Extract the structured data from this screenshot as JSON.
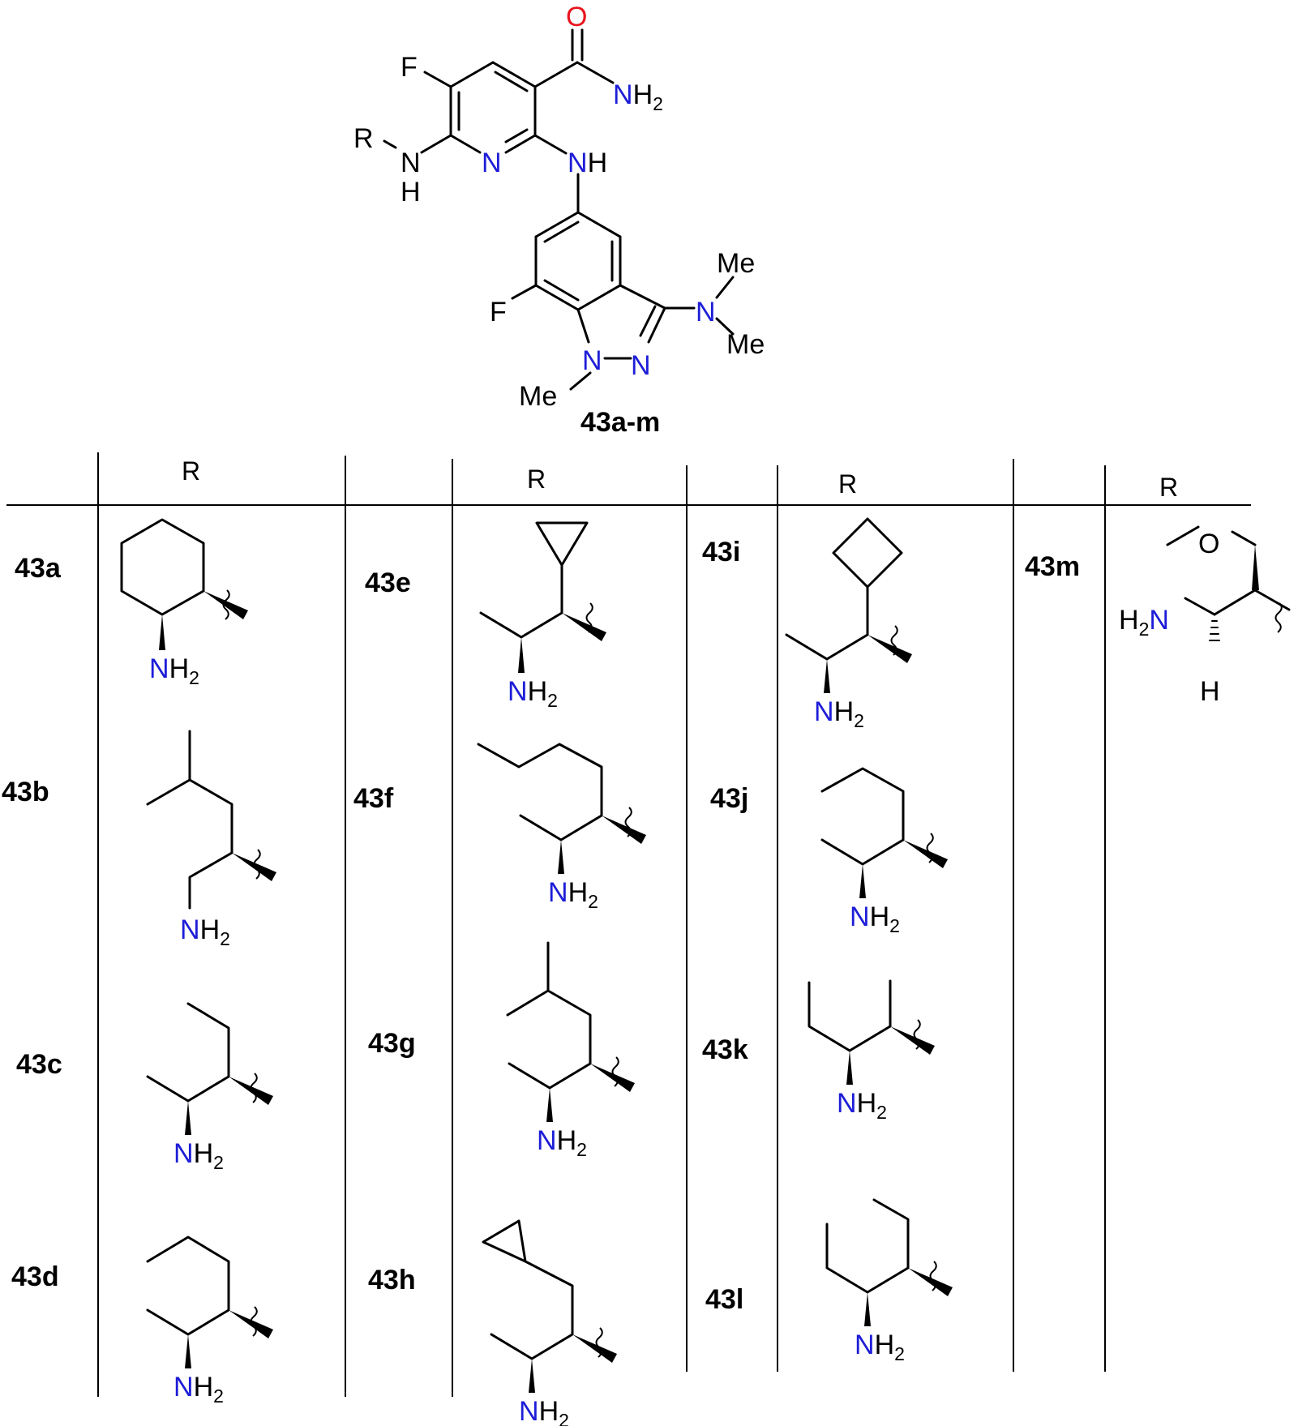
{
  "core": {
    "label": "43a-m",
    "substituent": "R",
    "atoms": {
      "F": "F",
      "O": "O",
      "N": "N",
      "H": "H",
      "H2": "2",
      "Me": "Me"
    }
  },
  "table": {
    "column_header": "R",
    "compounds": [
      {
        "id": "43a",
        "label": "43a"
      },
      {
        "id": "43b",
        "label": "43b"
      },
      {
        "id": "43c",
        "label": "43c"
      },
      {
        "id": "43d",
        "label": "43d"
      },
      {
        "id": "43e",
        "label": "43e"
      },
      {
        "id": "43f",
        "label": "43f"
      },
      {
        "id": "43g",
        "label": "43g"
      },
      {
        "id": "43h",
        "label": "43h"
      },
      {
        "id": "43i",
        "label": "43i"
      },
      {
        "id": "43j",
        "label": "43j"
      },
      {
        "id": "43k",
        "label": "43k"
      },
      {
        "id": "43l",
        "label": "43l"
      },
      {
        "id": "43m",
        "label": "43m"
      }
    ]
  },
  "colors": {
    "nitrogen": "#1d1dd8",
    "oxygen": "#e8141c",
    "carbon": "#000000"
  }
}
